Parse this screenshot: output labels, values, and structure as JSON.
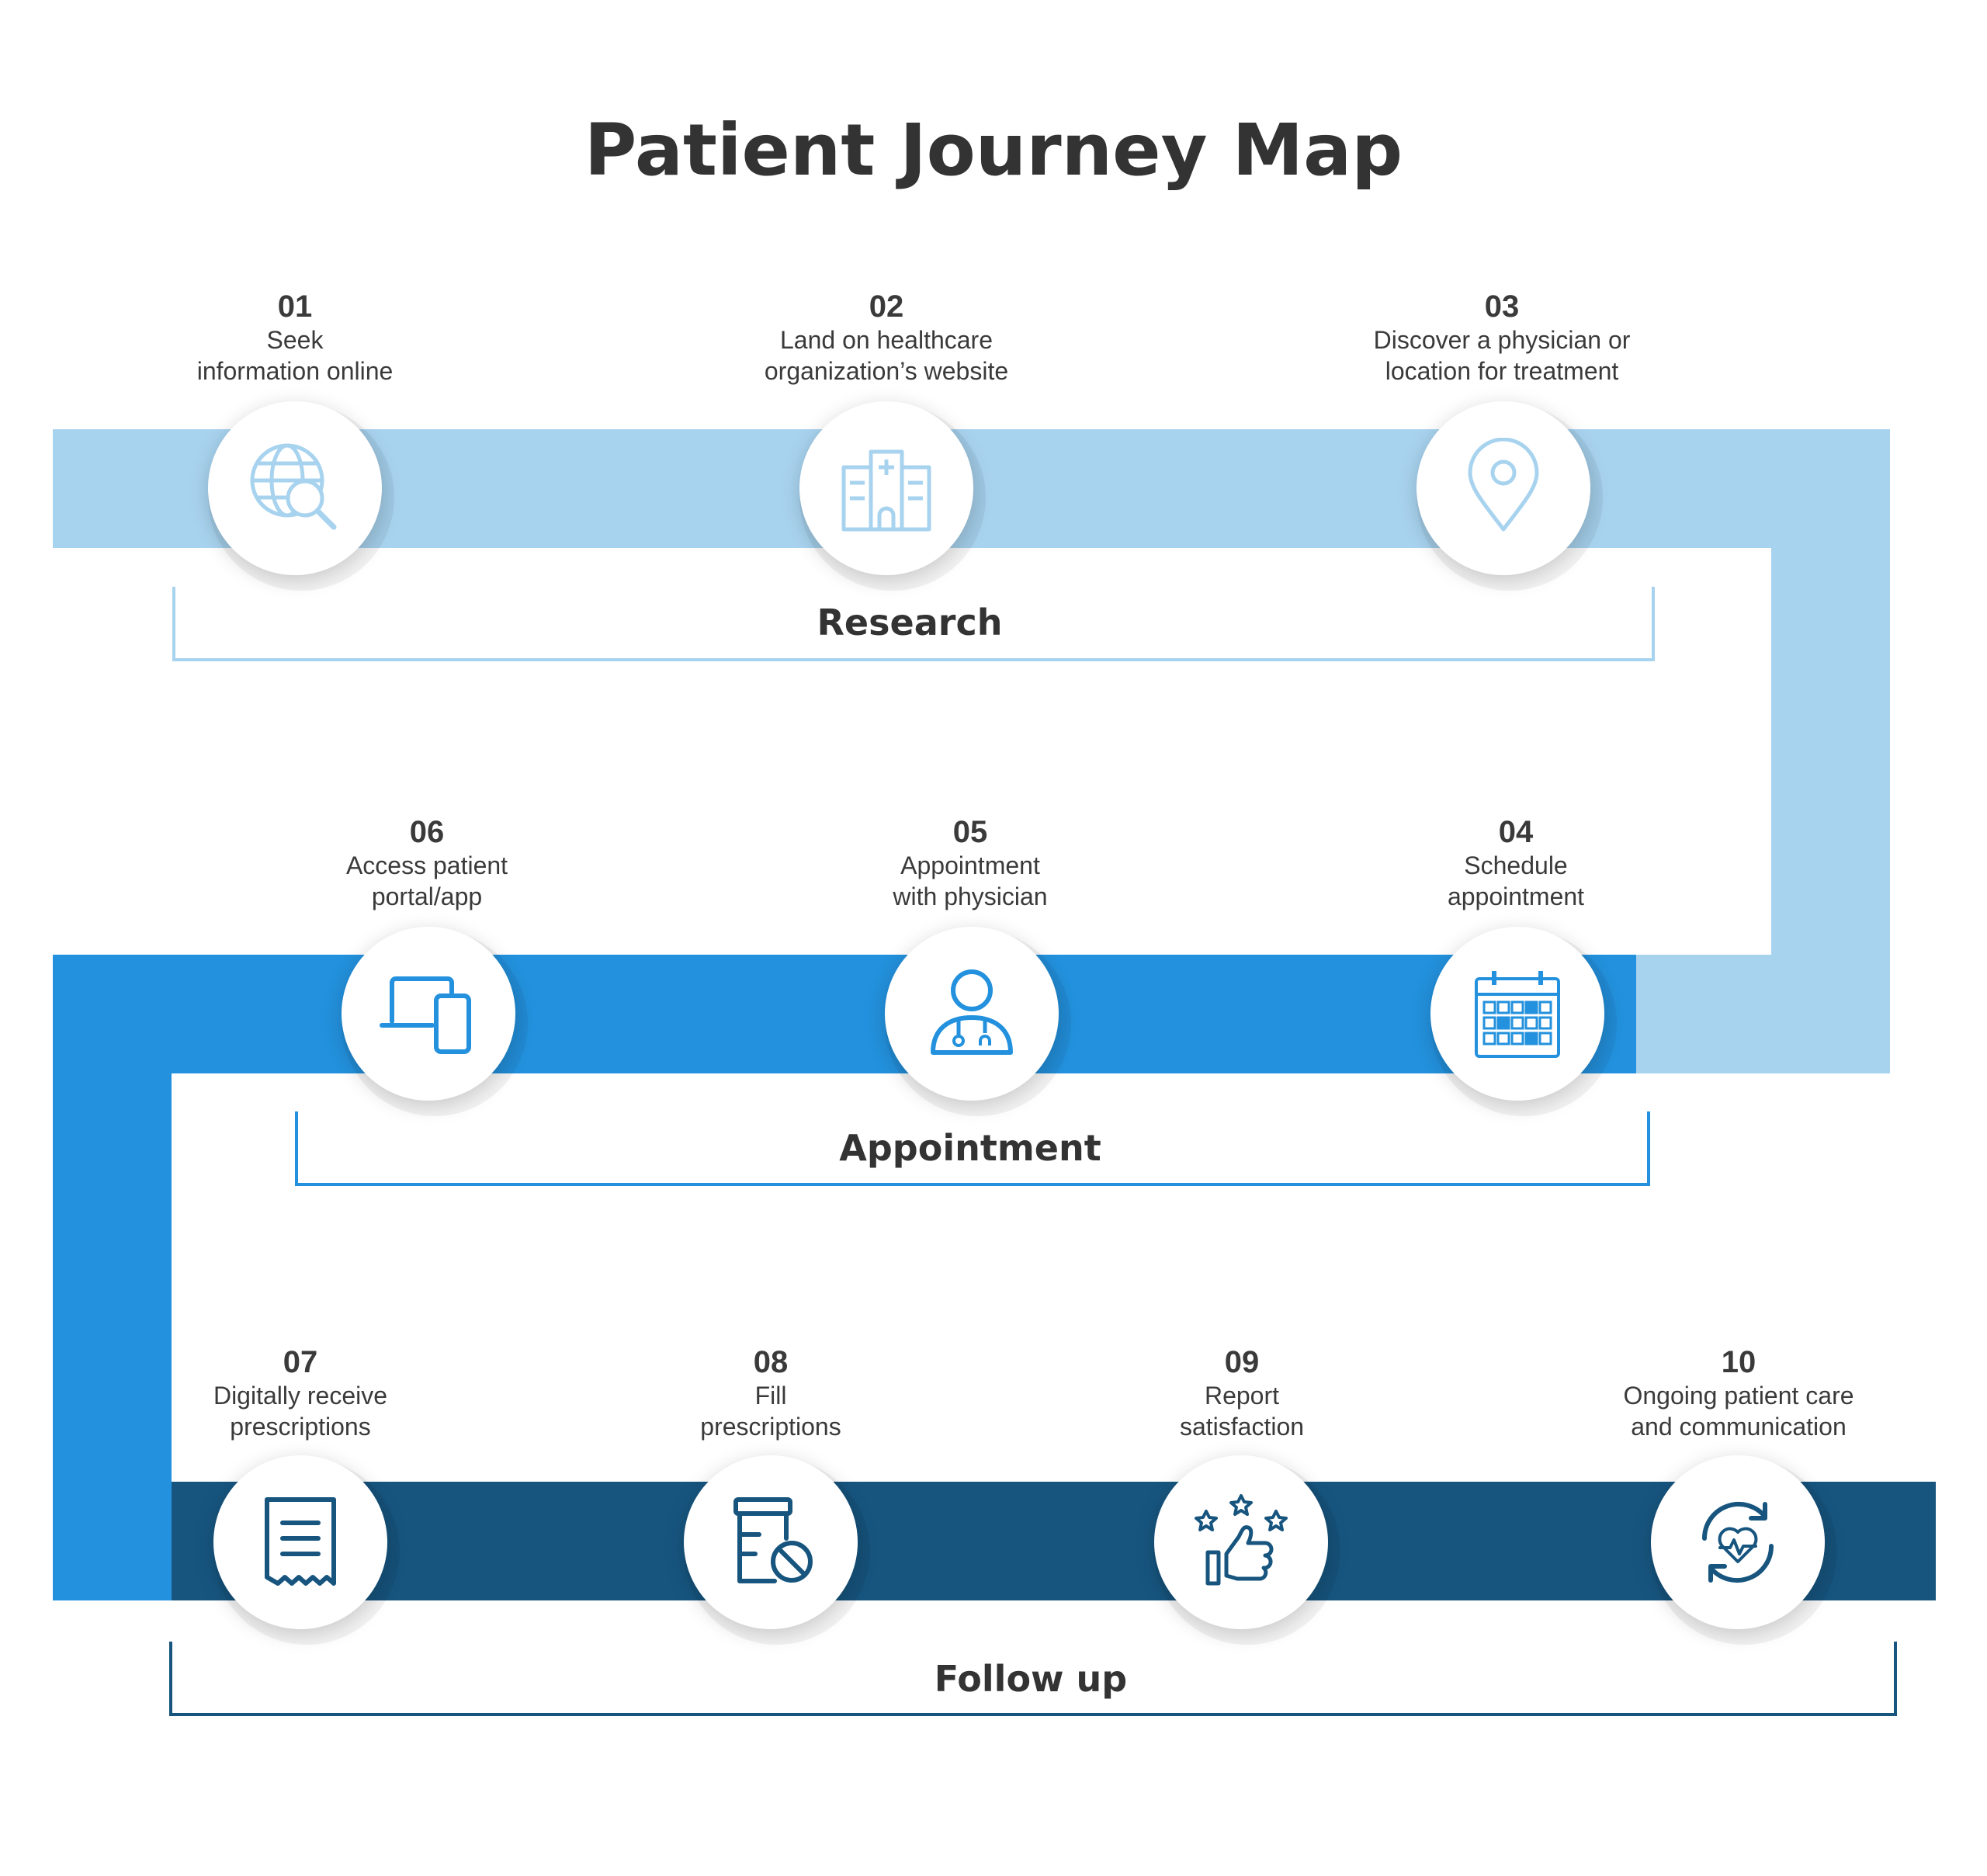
{
  "title": "Patient Journey Map",
  "colors": {
    "research": "#a8d3ef",
    "appointment": "#2391dd",
    "followup": "#17557f",
    "text": "#333333"
  },
  "phases": {
    "research": "Research",
    "appointment": "Appointment",
    "followup": "Follow up"
  },
  "steps": [
    {
      "num": "01",
      "label": "Seek\ninformation online",
      "icon": "globe-search-icon"
    },
    {
      "num": "02",
      "label": "Land on healthcare\norganization’s website",
      "icon": "hospital-icon"
    },
    {
      "num": "03",
      "label": "Discover a physician or\nlocation for treatment",
      "icon": "location-pin-icon"
    },
    {
      "num": "04",
      "label": "Schedule\nappointment",
      "icon": "calendar-icon"
    },
    {
      "num": "05",
      "label": "Appointment\nwith physician",
      "icon": "doctor-icon"
    },
    {
      "num": "06",
      "label": "Access patient\nportal/app",
      "icon": "devices-icon"
    },
    {
      "num": "07",
      "label": "Digitally receive\nprescriptions",
      "icon": "receipt-icon"
    },
    {
      "num": "08",
      "label": "Fill\nprescriptions",
      "icon": "pill-bottle-icon"
    },
    {
      "num": "09",
      "label": "Report\nsatisfaction",
      "icon": "thumbs-up-stars-icon"
    },
    {
      "num": "10",
      "label": "Ongoing patient care\nand communication",
      "icon": "heart-cycle-icon"
    }
  ]
}
